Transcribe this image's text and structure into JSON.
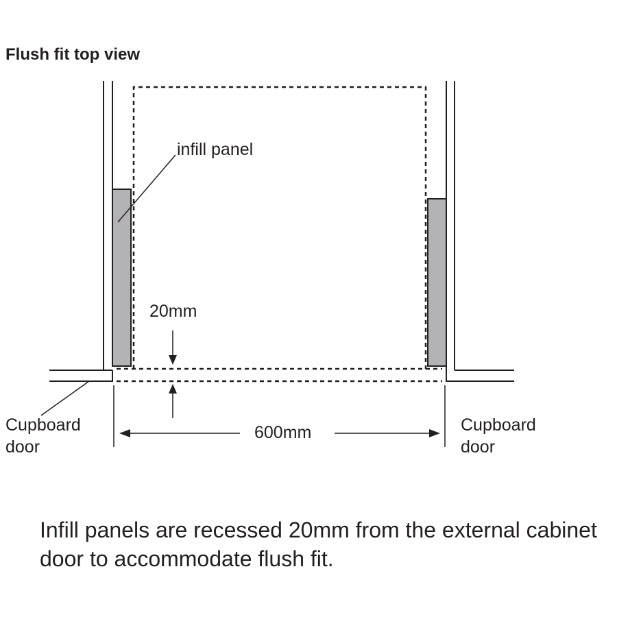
{
  "title": "Flush fit top view",
  "labels": {
    "infill_panel": "infill panel",
    "depth_dimension": "20mm",
    "width_dimension": "600mm",
    "cupboard_door_left": [
      "Cupboard",
      "door"
    ],
    "cupboard_door_right": [
      "Cupboard",
      "door"
    ]
  },
  "caption": "Infill panels are recessed 20mm from the external cabinet door to accommodate flush fit.",
  "colors": {
    "line": "#231f20",
    "panel_fill": "#b3b2b5"
  }
}
